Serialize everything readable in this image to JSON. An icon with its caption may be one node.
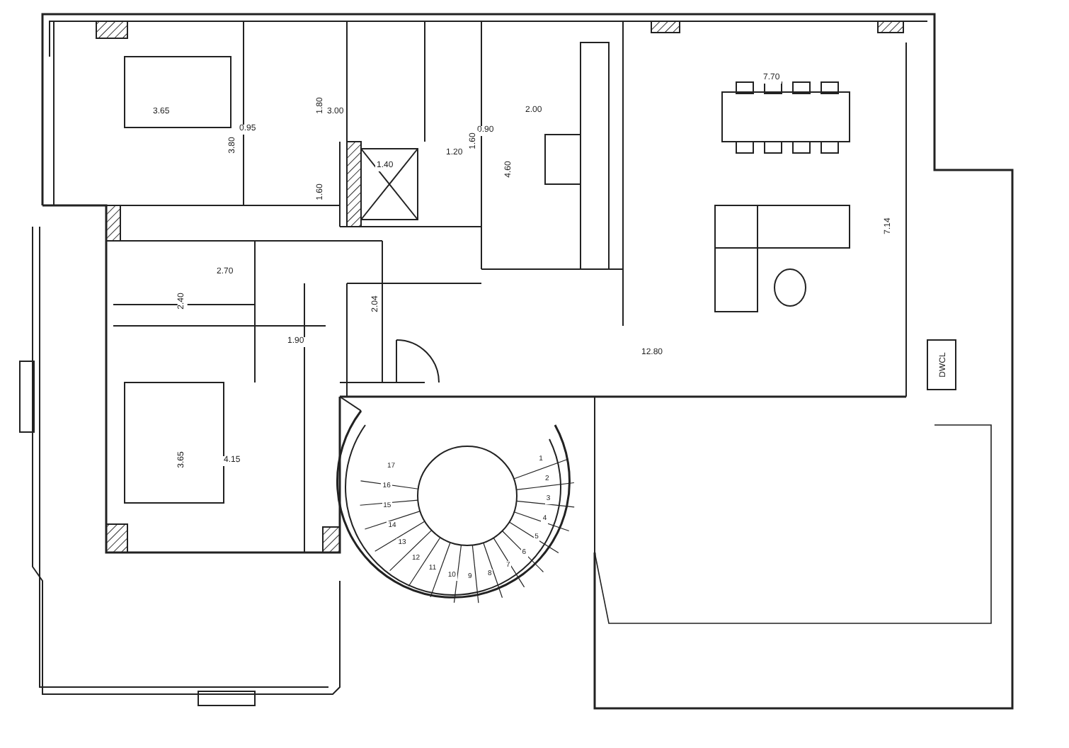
{
  "diagram": {
    "labels": [
      "3.65",
      "3.80",
      "0.95",
      "1.80",
      "3.00",
      "1.60",
      "1.40",
      "1.20",
      "0.90",
      "1.60",
      "2.00",
      "4.60",
      "7.70",
      "7.14",
      "2.70",
      "2.40",
      "1.90",
      "2.04",
      "12.80",
      "3.65",
      "4.15",
      "DWCL",
      "1",
      "2",
      "3",
      "4",
      "5",
      "6",
      "7",
      "8",
      "9",
      "10",
      "11",
      "12",
      "13",
      "14",
      "15",
      "16",
      "17"
    ]
  }
}
